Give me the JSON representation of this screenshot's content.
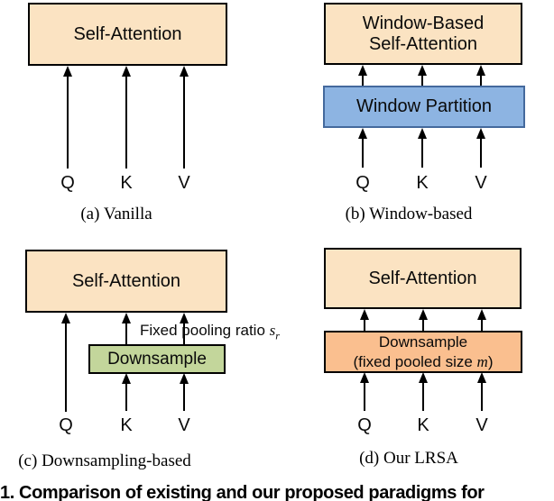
{
  "colors": {
    "attention_fill": "#FBE3C2",
    "partition_fill": "#8DB4E2",
    "partition_border": "#44699D",
    "downsample_fill": "#C3D69B",
    "lrsa_downsample_fill": "#FABF8F",
    "box_border": "#000000",
    "arrow_ink": "#000000"
  },
  "panels": {
    "a": {
      "attention_label": "Self-Attention",
      "inputs": [
        "Q",
        "K",
        "V"
      ],
      "caption": "(a) Vanilla"
    },
    "b": {
      "attention_line1": "Window-Based",
      "attention_line2": "Self-Attention",
      "partition_label": "Window Partition",
      "inputs": [
        "Q",
        "K",
        "V"
      ],
      "caption": "(b) Window-based"
    },
    "c": {
      "attention_label": "Self-Attention",
      "downsample_label": "Downsample",
      "annotation": {
        "prefix": "Fixed pooling ratio ",
        "symbol": "s",
        "subscript": "r"
      },
      "inputs": [
        "Q",
        "K",
        "V"
      ],
      "caption": "(c) Downsampling-based"
    },
    "d": {
      "attention_label": "Self-Attention",
      "downsample_line1": "Downsample",
      "downsample_line2": {
        "prefix": "(fixed pooled size ",
        "symbol": "m",
        "suffix": ")"
      },
      "inputs": [
        "Q",
        "K",
        "V"
      ],
      "caption": "(d) Our LRSA"
    }
  },
  "figure_caption": "1. Comparison of existing and our proposed paradigms for"
}
